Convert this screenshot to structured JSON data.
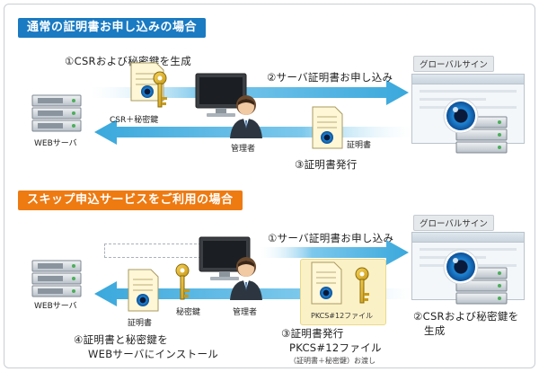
{
  "section1": {
    "title": "通常の証明書お申し込みの場合",
    "step1": "①CSRおよび秘密鍵を生成",
    "step2": "②サーバ証明書お申し込み",
    "step3": "③証明書発行",
    "csr_label": "CSR＋秘密鍵",
    "web_server": "WEBサーバ",
    "admin": "管理者",
    "cert": "証明書",
    "globalsign": "グローバルサイン"
  },
  "section2": {
    "title": "スキップ申込サービスをご利用の場合",
    "step1": "①サーバ証明書お申し込み",
    "step2_line1": "②CSRおよび秘密鍵を",
    "step2_line2": "生成",
    "step3_line1": "③証明書発行",
    "step3_line2": "PKCS#12ファイル",
    "step3_line3": "（証明書＋秘密鍵）お渡し",
    "step4_line1": "④証明書と秘密鍵を",
    "step4_line2": "WEBサーバにインストール",
    "web_server": "WEBサーバ",
    "admin": "管理者",
    "cert": "証明書",
    "key": "秘密鍵",
    "pkcs_label": "PKCS#12ファイル",
    "globalsign": "グローバルサイン"
  },
  "colors": {
    "tab_blue": "#1a7ac2",
    "tab_orange": "#ee7a12",
    "arrow": "#4fb6e3",
    "pkcs_bg": "#fbf1c7"
  }
}
